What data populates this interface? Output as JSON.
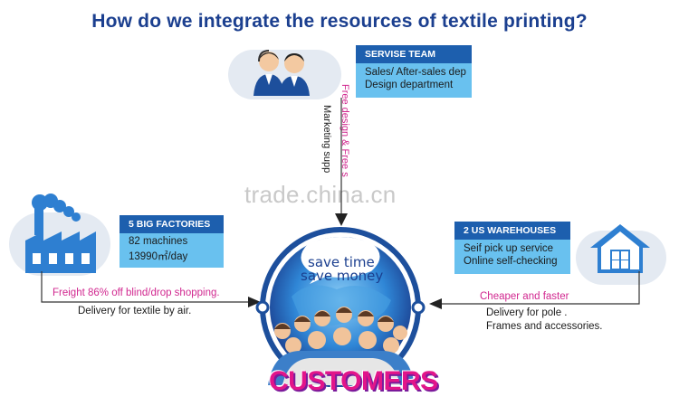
{
  "title": "How do we integrate the resources of textile printing?",
  "service": {
    "heading": "SERVISE TEAM",
    "lines": [
      "Sales/ After-sales dep",
      "Design department"
    ],
    "vertical_left": "Marketing supp",
    "vertical_right": "Free design & Free s"
  },
  "factories": {
    "heading": "5 BIG FACTORIES",
    "lines": [
      "82 machines",
      "13990㎡/day"
    ],
    "note_pink": "Freight 86% off   blind/drop shopping.",
    "note": "Delivery for textile by air."
  },
  "warehouses": {
    "heading": "2 US WAREHOUSES",
    "lines": [
      "Seif pick up service",
      "Online self-checking"
    ],
    "note_pink": "Cheaper and faster",
    "note_lines": [
      "Delivery for pole .",
      "Frames and accessories."
    ]
  },
  "center": {
    "bubble_lines": [
      "save time",
      "save money"
    ],
    "label": "CUSTOMERS"
  },
  "watermark": "trade.china.cn",
  "colors": {
    "title": "#1b3f8f",
    "box": "#69c1ef",
    "box_head": "#1d5fae",
    "pink": "#d1278f",
    "customers": "#e2158a",
    "icon_blue": "#2e7fd1"
  }
}
